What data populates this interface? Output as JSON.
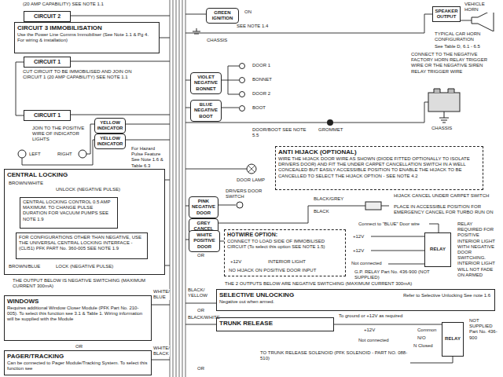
{
  "diagram": {
    "nodes": [
      {
        "text": [
          "CIRCUIT 2"
        ]
      },
      {
        "text": [
          "CIRCUIT 3 IMMOBILISATION",
          "Use the Power Line Comms Immobiliser (See Note 1.1 & Pg 4. For wiring & installation)"
        ]
      },
      {
        "text": [
          "CIRCUIT 1"
        ]
      },
      {
        "text": [
          "CIRCUIT 1"
        ]
      },
      {
        "text": [
          "YELLOW INDICATOR"
        ]
      },
      {
        "text": [
          "YELLOW INDICATOR"
        ]
      },
      {
        "text": [
          "CENTRAL LOCKING"
        ]
      },
      {
        "text": [
          "CENTRAL LOCKING CONTROL 0.5 AMP MAXIMUM. TO CHANGE PULSE DURATION FOR VACUUM PUMPS SEE NOTE 1.9"
        ],
        "in": 6
      },
      {
        "text": [
          "FOR CONFIGURATIONS OTHER THAN NEGATIVE, USE THE UNIVERSAL CENTRAL LOCKING INTERFACE - (CLI51) PFK PART No. 360-005 SEE NOTE 1.9"
        ],
        "in": 6
      },
      {
        "text": [
          "WINDOWS",
          "Requires additional Window Closer Module (PFK Part No. 210-005). To select this function see 3.1 & Table 1. Wiring information will be supplied with the Module"
        ]
      },
      {
        "text": [
          "PAGER/TRACKING",
          "Can be connected to Pager Module/Tracking System. To select this function see"
        ]
      },
      {
        "text": [
          "GREEN IGNITION"
        ]
      },
      {
        "text": [
          "VIOLET NEGATIVE BONNET"
        ]
      },
      {
        "text": [
          "BLUE NEGATIVE BOOT"
        ]
      },
      {
        "text": [
          "ANTI HIJACK (OPTIONAL)",
          "WIRE THE HIJACK DOOR WIRE AS SHOWN (DIODE FITTED OPTIONALLY TO ISOLATE DRIVERS DOOR) AND FIT THE UNDER CARPET CANCELLATION SWITCH IN A WELL CONCEALED BUT EASILY ACCESSIBLE POSITION TO ENABLE THE HIJACK TO BE CANCELLED TO SELECT THE HIJACK OPTION - SEE NOTE 4.2"
        ]
      },
      {
        "text": [
          "PINK NEGATIVE DOOR"
        ]
      },
      {
        "text": [
          "GREY CANCEL"
        ]
      },
      {
        "text": [
          "WHITE POSITIVE DOOR"
        ]
      },
      {
        "text": [
          "HOTWIRE OPTION:",
          "CONNECT TO LOAD SIDE OF IMMOBILISED CIRCUIT (To select this option SEE NOTE 1.5)"
        ]
      },
      {
        "text": [
          "SELECTIVE UNLOCKING",
          "Negative out when armed.",
          "Refer to Selective Unlocking See note 1.6"
        ]
      },
      {
        "text": [
          "TRUNK RELEASE"
        ]
      },
      {
        "text": [
          "RELAY"
        ]
      },
      {
        "text": [
          "RELAY"
        ]
      },
      {
        "text": [
          "SPEAKER OUTPUT"
        ]
      }
    ],
    "edges": [
      {
        "from": 2,
        "to": 3,
        "arrow": "none"
      },
      {
        "from": 17,
        "to": 18,
        "arrow": "none"
      },
      {
        "from": 20,
        "to": 22,
        "arrow": "none"
      }
    ],
    "labels": [
      "(20 AMP CAPABILITY) SEE NOTE 1.1",
      "CUT CIRCUIT TO BE IMMOBILISED AND JOIN ON CIRCUIT 1 (20 AMP CAPABILITY) SEE NOTE 1.1",
      "JOIN TO THE POSITIVE WIRE OF INDICATOR LIGHTS",
      "LEFT",
      "RIGHT",
      "For Hazard Pulse Feature See Note 1.6 & Table 6.3",
      "BROWN/WHITE",
      "UNLOCK (NEGATIVE PULSE)",
      "LOCK (NEGATIVE PULSE)",
      "BROWN/BLUE",
      "THE OUTPUT BELOW IS NEGATIVE SWITCHING (MAXIMUM CURRENT 300mA)",
      "WHITE/ BLUE",
      "OR",
      "WHITE/ BLACK",
      "ON",
      "SEE NOTE 1.4",
      "CHASSIS",
      "DOOR 1",
      "BONNET",
      "DOOR 2",
      "BOOT",
      "DOOR/BOOT SEE NOTE 5.5",
      "GROMMET",
      "CHASSIS",
      "VEHICLE HORN",
      "TYPICAL CAR HORN CONFIGURATION",
      "See Table D, 6.1 - 6.5",
      "CONNECT TO THE NEGATIVE FACTORY HORN RELAY TRIGGER WIRE OR THE NEGATIVE SIREN RELAY TRIGGER WIRE",
      "DOOR LAMP",
      "DRIVERS DOOR SWITCH",
      "BLACK/GREY",
      "BLACK",
      "HIJACK CANCEL UNDER CARPET SWITCH",
      "PLACE IN ACCESSIBLE POSITION FOR EMERGENCY CANCEL FOR TURBO RUN ON",
      "OR",
      "+12V",
      "INTERIOR LIGHT",
      "NO HIJACK ON POSITIVE DOOR INPUT",
      "Connect to \"BLUE\" Door wire",
      "+12V",
      "+12V",
      "Not connected",
      "RELAY REQUIRED FOR POSITIVE INTERIOR LIGHT WITH NEGATIVE DOOR SWITCHING. INTERIOR LIGHT WILL NOT FADE ON ARMED",
      "G.P. RELAY Part No. 436-900 (NOT SUPPLIED)",
      "THE 2 OUTPUTS BELOW ARE NEGATIVE SWITCHING (MAXIMUM CURRENT 300mA)",
      "BLACK/ YELLOW",
      "OR",
      "BLACK/WHITE",
      "To ground or +12V as required",
      "+12V",
      "Common",
      "N/O",
      "Not connected",
      "N Closed",
      "TO TRUNK RELEASE SOLENOID (PFK SOLENOID - PART NO. 088-510)",
      "NOT SUPPLIED Part No. 436-900",
      "OR"
    ]
  }
}
